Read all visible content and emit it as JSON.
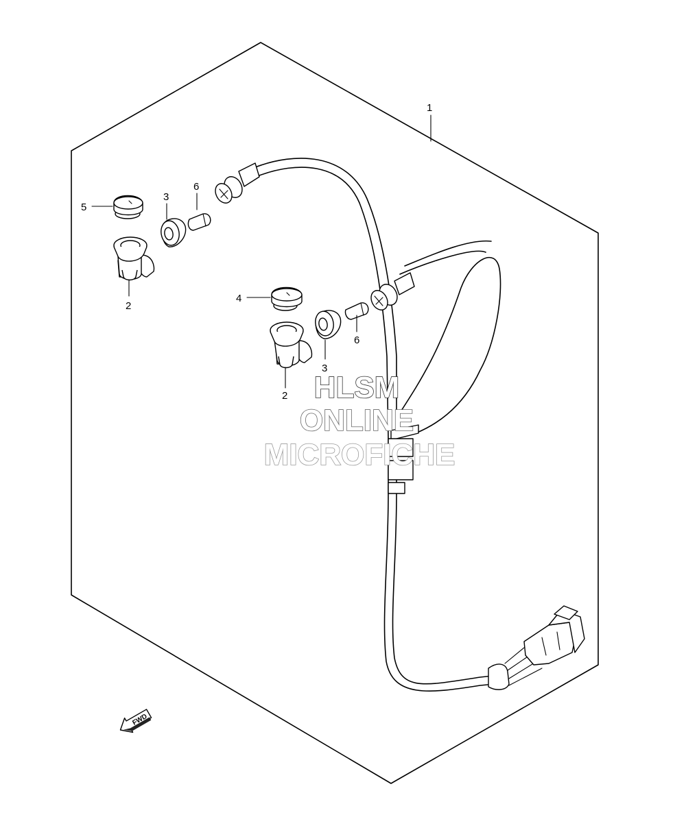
{
  "callouts": {
    "c1": "1",
    "c2a": "2",
    "c2b": "2",
    "c3a": "3",
    "c3b": "3",
    "c4": "4",
    "c5": "5",
    "c6a": "6",
    "c6b": "6"
  },
  "direction_arrow": {
    "label": "FWD",
    "icon": "forward-arrow-icon"
  },
  "watermark": {
    "line1": "HLSM",
    "line2": "ONLINE",
    "line3": "MICROFICHE",
    "colors": [
      "#333333",
      "#666666",
      "#9a9a9a"
    ]
  }
}
